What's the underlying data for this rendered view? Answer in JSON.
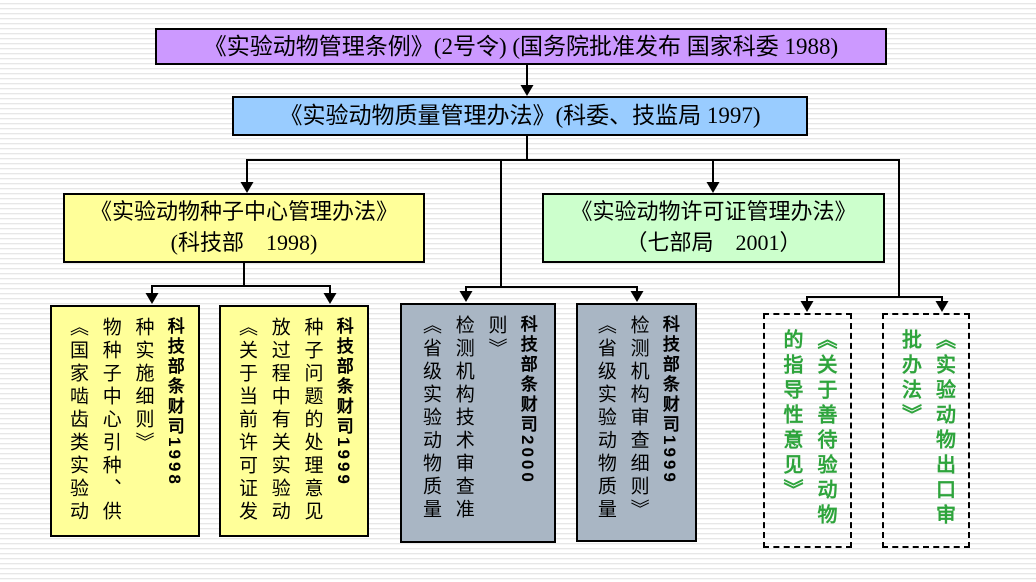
{
  "colors": {
    "purple": "#CC99FF",
    "blue": "#99CCFF",
    "yellow": "#FFFF99",
    "green_fill": "#CCFFCC",
    "gray": "#A9B6C4",
    "green_text": "#2EA43C",
    "line": "#000000"
  },
  "nodes": {
    "level1": {
      "id": "regulation-1988",
      "text": "《实验动物管理条例》(2号令) (国务院批准发布 国家科委 1988)"
    },
    "level2": {
      "id": "quality-measures-1997",
      "text": "《实验动物质量管理办法》(科委、技监局 1997)"
    },
    "level3_left": {
      "id": "seed-center-measures-1998",
      "line1": "《实验动物种子中心管理办法》",
      "line2": "(科技部　1998)"
    },
    "level3_right": {
      "id": "license-measures-2001",
      "line1": "《实验动物许可证管理办法》",
      "line2": "（七部局　2001）"
    }
  },
  "leaves": [
    {
      "id": "rodent-seed-supply-rules-1998",
      "style": "yellow",
      "columns": [
        {
          "text": "《国家啮齿类实验动",
          "kind": "title"
        },
        {
          "text": "物种子中心引种、供",
          "kind": "title"
        },
        {
          "text": "种实施细则》",
          "kind": "title"
        },
        {
          "text": "科技部条财司1998",
          "kind": "source"
        }
      ]
    },
    {
      "id": "license-issuing-seed-opinions-1999",
      "style": "yellow",
      "columns": [
        {
          "text": "《关于当前许可证发",
          "kind": "title"
        },
        {
          "text": "放过程中有关实验动",
          "kind": "title"
        },
        {
          "text": "种子问题的处理意见",
          "kind": "title"
        },
        {
          "text": "科技部条财司1999",
          "kind": "source"
        }
      ]
    },
    {
      "id": "provincial-quality-testing-tech-review-2000",
      "style": "gray",
      "columns": [
        {
          "text": "《省级实验动物质量",
          "kind": "title"
        },
        {
          "text": "检测机构技术审查准",
          "kind": "title"
        },
        {
          "text": "则》",
          "kind": "title"
        },
        {
          "text": "科技部条财司2000",
          "kind": "source"
        }
      ]
    },
    {
      "id": "provincial-quality-testing-review-rules-1999",
      "style": "gray",
      "columns": [
        {
          "text": "《省级实验动物质量",
          "kind": "title"
        },
        {
          "text": "检测机构审查细则》",
          "kind": "title"
        },
        {
          "text": "科技部条财司1999",
          "kind": "source"
        }
      ]
    },
    {
      "id": "animal-welfare-guidance-opinions",
      "style": "dashed",
      "columns": [
        {
          "text": "的指导性意见》",
          "kind": "title"
        },
        {
          "text": "《关于善待验动物",
          "kind": "title"
        }
      ]
    },
    {
      "id": "export-approval-measures",
      "style": "dashed",
      "columns": [
        {
          "text": "批办法》",
          "kind": "title"
        },
        {
          "text": "《实验动物出口审",
          "kind": "title"
        }
      ]
    }
  ],
  "edges": [
    [
      "regulation-1988",
      "quality-measures-1997"
    ],
    [
      "quality-measures-1997",
      "seed-center-measures-1998"
    ],
    [
      "quality-measures-1997",
      "license-measures-2001"
    ],
    [
      "quality-measures-1997",
      "provincial-quality-testing-tech-review-2000"
    ],
    [
      "quality-measures-1997",
      "provincial-quality-testing-review-rules-1999"
    ],
    [
      "quality-measures-1997",
      "animal-welfare-guidance-opinions"
    ],
    [
      "quality-measures-1997",
      "export-approval-measures"
    ],
    [
      "seed-center-measures-1998",
      "rodent-seed-supply-rules-1998"
    ],
    [
      "seed-center-measures-1998",
      "license-issuing-seed-opinions-1999"
    ]
  ]
}
